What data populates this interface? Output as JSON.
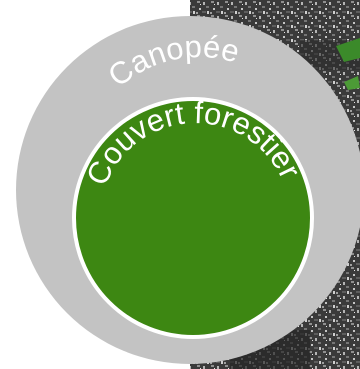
{
  "diagram": {
    "outer_label": "Canopée",
    "inner_label": "Couvert forestier"
  },
  "colors": {
    "outer_ring": "#c3c3c3",
    "inner_disc": "#3d8712",
    "separator": "#ffffff",
    "text": "#ffffff",
    "aerial_dark": "#2a2a2a",
    "aerial_light": "#9a9a9a",
    "vegetation": "#3b8a2a"
  },
  "background_image": "aerial-urban-photo"
}
